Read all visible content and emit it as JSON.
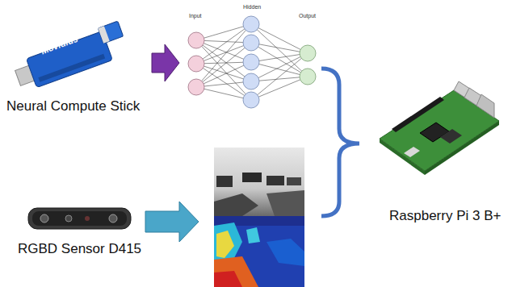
{
  "diagram": {
    "nodes": [
      {
        "text": [
          "Movidius",
          "Neural Compute Stick"
        ]
      },
      {
        "text": [
          "Input",
          "Hidden",
          "Output"
        ]
      },
      {
        "text": [
          "RGBD Sensor D415"
        ]
      },
      {
        "text": [
          "Raspberry Pi 3 B+"
        ]
      }
    ],
    "edges": [
      {
        "from": 0,
        "to": 1,
        "arrow": "to"
      }
    ]
  }
}
